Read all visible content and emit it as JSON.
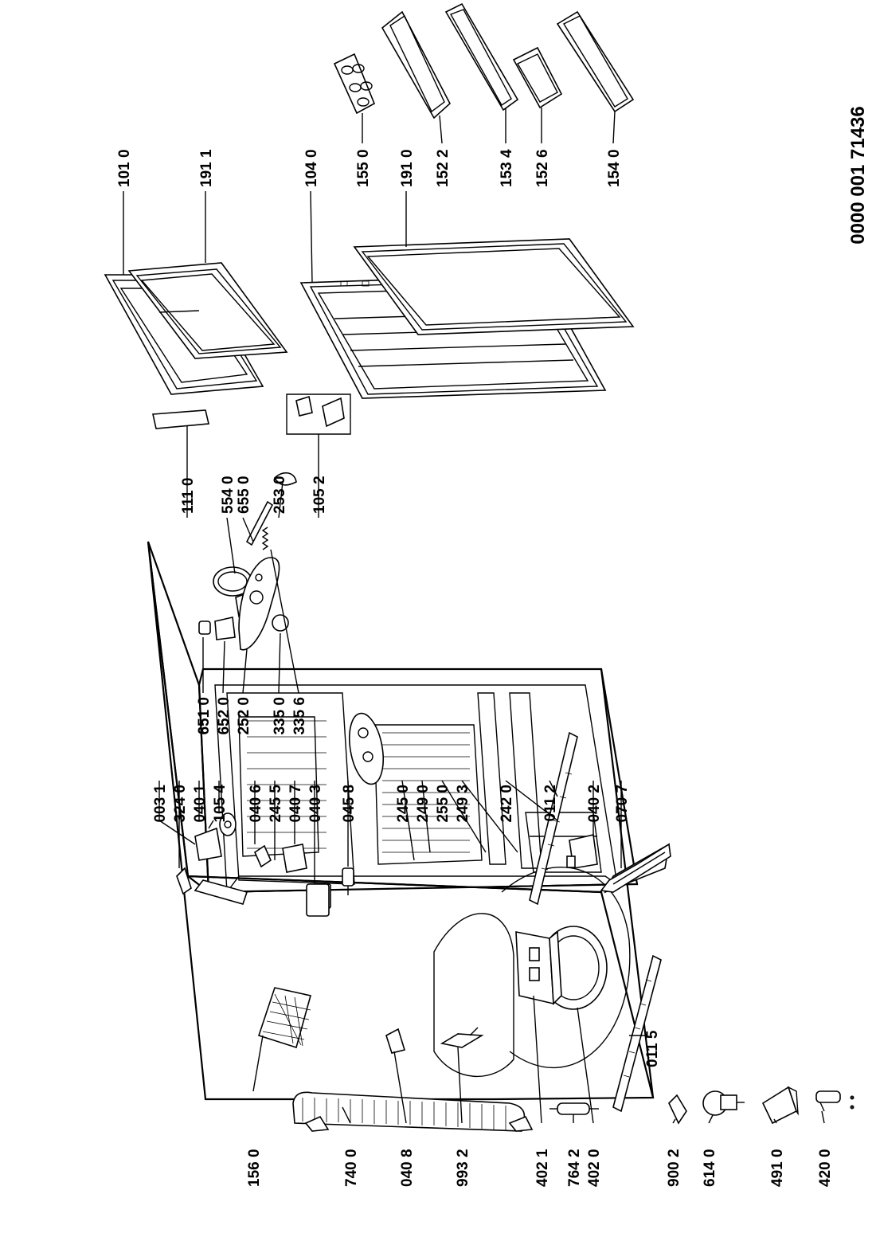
{
  "drawing_code": "0000 001 71436",
  "labels": [
    {
      "id": "003-1",
      "text": "003 1"
    },
    {
      "id": "324-0",
      "text": "324 0"
    },
    {
      "id": "040-1",
      "text": "040 1"
    },
    {
      "id": "105-4",
      "text": "105 4"
    },
    {
      "id": "040-6",
      "text": "040 6"
    },
    {
      "id": "245-5",
      "text": "245 5"
    },
    {
      "id": "040-7",
      "text": "040 7"
    },
    {
      "id": "040-3",
      "text": "040 3"
    },
    {
      "id": "045-8",
      "text": "045 8"
    },
    {
      "id": "245-0",
      "text": "245 0"
    },
    {
      "id": "249-0",
      "text": "249 0"
    },
    {
      "id": "255-0",
      "text": "255 0"
    },
    {
      "id": "249-3",
      "text": "249 3"
    },
    {
      "id": "242-0",
      "text": "242 0"
    },
    {
      "id": "011-2",
      "text": "011 2"
    },
    {
      "id": "040-2",
      "text": "040 2"
    },
    {
      "id": "070-7",
      "text": "070 7"
    },
    {
      "id": "651-0",
      "text": "651 0"
    },
    {
      "id": "652-0",
      "text": "652 0"
    },
    {
      "id": "252-0",
      "text": "252 0"
    },
    {
      "id": "335-0",
      "text": "335 0"
    },
    {
      "id": "335-6",
      "text": "335 6"
    },
    {
      "id": "554-0",
      "text": "554 0"
    },
    {
      "id": "655-0",
      "text": "655 0"
    },
    {
      "id": "253-0",
      "text": "253 0"
    },
    {
      "id": "111-0",
      "text": "111 0"
    },
    {
      "id": "105-2",
      "text": "105 2"
    },
    {
      "id": "101-0",
      "text": "101 0"
    },
    {
      "id": "191-1",
      "text": "191 1"
    },
    {
      "id": "104-0",
      "text": "104 0"
    },
    {
      "id": "155-0",
      "text": "155 0"
    },
    {
      "id": "191-0",
      "text": "191 0"
    },
    {
      "id": "152-2",
      "text": "152 2"
    },
    {
      "id": "153-4",
      "text": "153 4"
    },
    {
      "id": "152-6",
      "text": "152 6"
    },
    {
      "id": "154-0",
      "text": "154 0"
    },
    {
      "id": "156-0",
      "text": "156 0"
    },
    {
      "id": "740-0",
      "text": "740 0"
    },
    {
      "id": "040-8",
      "text": "040 8"
    },
    {
      "id": "993-2",
      "text": "993 2"
    },
    {
      "id": "402-1",
      "text": "402 1"
    },
    {
      "id": "764-2",
      "text": "764 2"
    },
    {
      "id": "402-0",
      "text": "402 0"
    },
    {
      "id": "900-2",
      "text": "900 2"
    },
    {
      "id": "614-0",
      "text": "614 0"
    },
    {
      "id": "491-0",
      "text": "491 0"
    },
    {
      "id": "420-0",
      "text": "420 0"
    },
    {
      "id": "011-5",
      "text": "011 5"
    }
  ]
}
